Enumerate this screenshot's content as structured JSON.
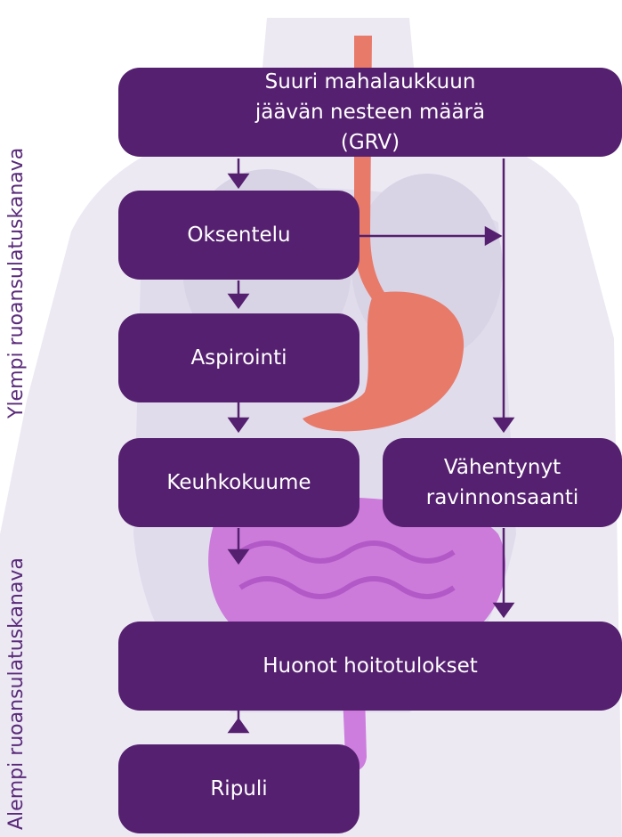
{
  "side_labels": {
    "upper": "Ylempi ruoansulatuskanava",
    "lower": "Alempi ruoansulatuskanava"
  },
  "nodes": {
    "grv": "Suuri mahalaukkuun jäävän nesteen määrä (GRV)",
    "vomiting": "Oksentelu",
    "aspiration": "Aspirointi",
    "pneumonia": "Keuhkokuume",
    "reduced_nutrition": "Vähentynyt ravinnonsaanti",
    "poor_outcomes": "Huonot hoitotulokset",
    "diarrhea": "Ripuli"
  },
  "colors": {
    "box": "#55206f",
    "text": "#ffffff",
    "side_label": "#5a2a7a",
    "esophagus_stomach": "#e87a6a",
    "intestine": "#c86ad8",
    "body": "#e6e2f0"
  }
}
